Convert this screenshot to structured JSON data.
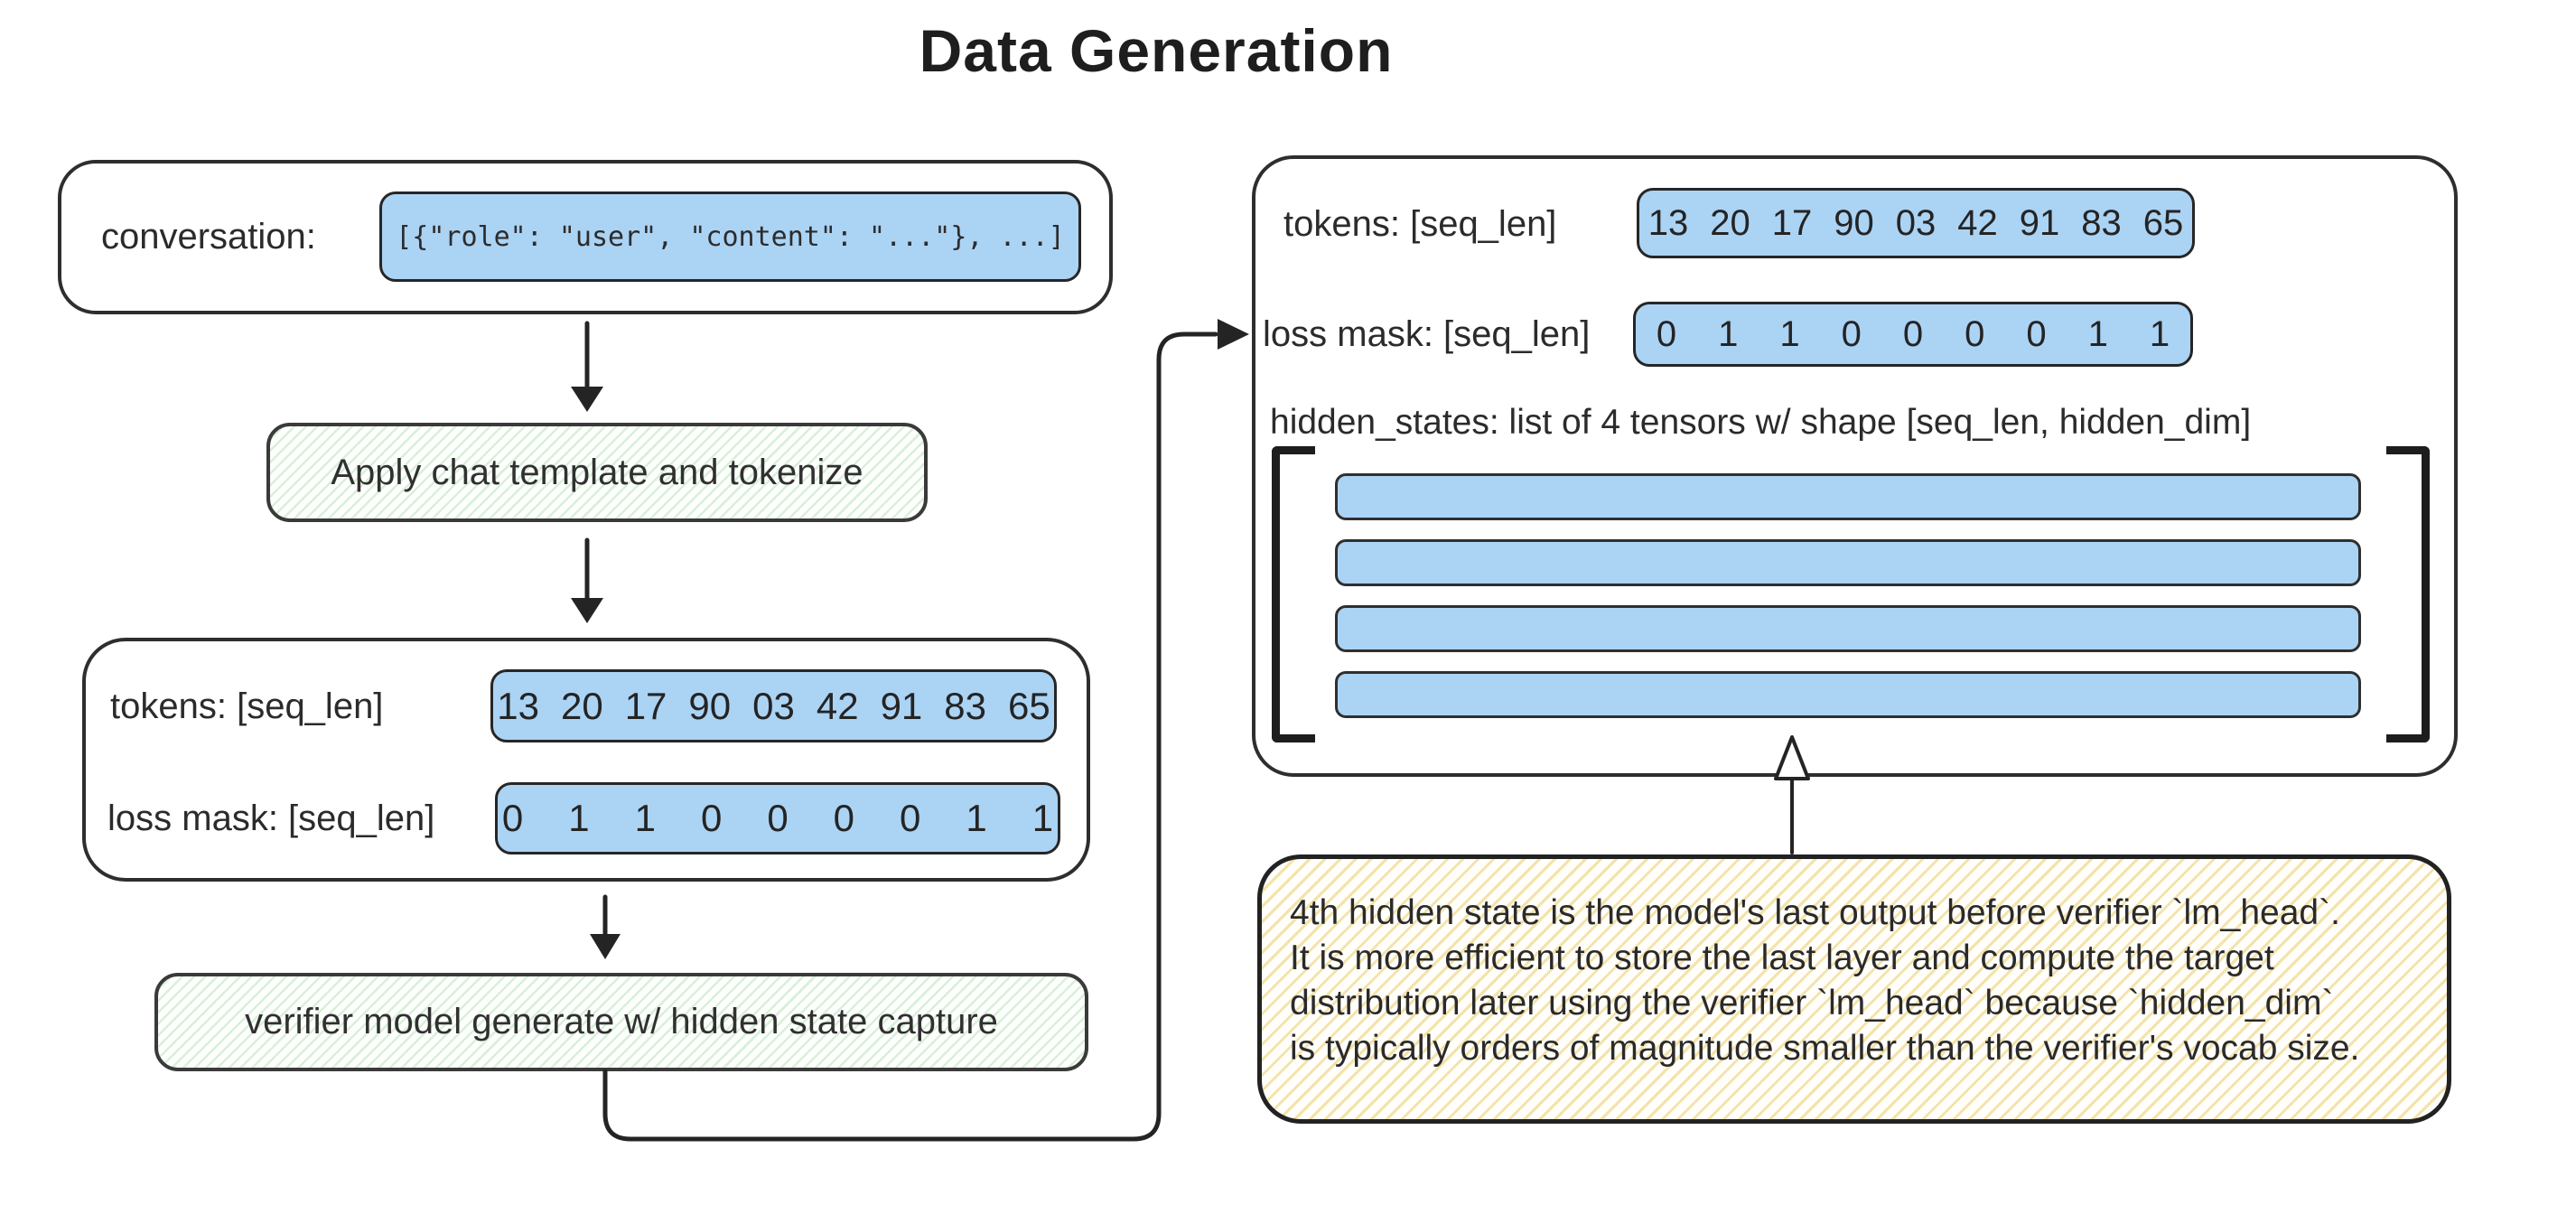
{
  "title": "Data Generation",
  "palette": {
    "blue_fill": "#abd3f4",
    "green_hatch": "#d9efd9",
    "yellow_hatch": "#f3e3ab",
    "stroke": "#2b2b2b"
  },
  "flow": {
    "conversation_label": "conversation:",
    "conversation_value": "[{\"role\": \"user\", \"content\": \"...\"}, ...]",
    "step1_label": "Apply chat template and tokenize",
    "step2_label": "verifier model generate w/ hidden state capture"
  },
  "tokenized": {
    "tokens_label": "tokens: [seq_len]",
    "tokens_values": [
      "13",
      "20",
      "17",
      "90",
      "03",
      "42",
      "91",
      "83",
      "65"
    ],
    "loss_mask_label": "loss mask: [seq_len]",
    "loss_mask_values": [
      "0",
      "1",
      "1",
      "0",
      "0",
      "0",
      "0",
      "1",
      "1"
    ]
  },
  "output_panel": {
    "tokens_label": "tokens: [seq_len]",
    "tokens_values": [
      "13",
      "20",
      "17",
      "90",
      "03",
      "42",
      "91",
      "83",
      "65"
    ],
    "loss_mask_label": "loss mask: [seq_len]",
    "loss_mask_values": [
      "0",
      "1",
      "1",
      "0",
      "0",
      "0",
      "0",
      "1",
      "1"
    ],
    "hidden_states_label": "hidden_states: list of 4 tensors w/ shape [seq_len, hidden_dim]",
    "tensor_count": 4
  },
  "note": {
    "text": "4th hidden state is the model's last output before verifier `lm_head`.\nIt is more efficient to store the last layer and compute the target\ndistribution later using the verifier `lm_head` because `hidden_dim`\nis typically orders of magnitude smaller than the verifier's vocab size."
  }
}
